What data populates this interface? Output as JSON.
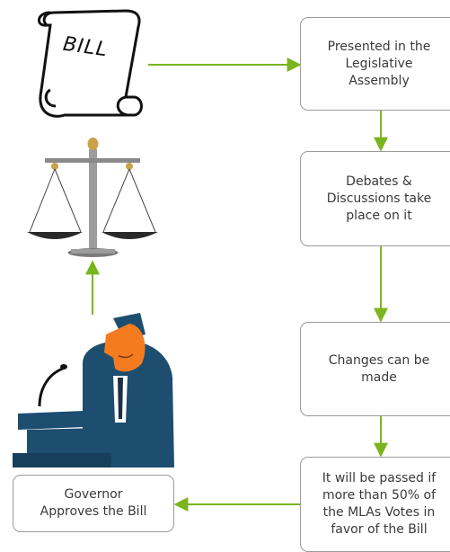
{
  "bill": {
    "label": "BILL",
    "icon": "scroll-icon"
  },
  "steps": {
    "presented": "Presented in the\nLegislative\nAssembly",
    "debates": "Debates &\nDiscussions take\nplace on it",
    "changes": "Changes can be\nmade",
    "passed": "It will be passed if\nmore than 50% of\nthe MLAs Votes in\nfavor of the Bill",
    "governor": "Governor\nApproves the Bill"
  },
  "icons": [
    "scroll-icon",
    "scales-of-justice-icon",
    "speaker-at-podium-icon",
    "arrow-icon"
  ],
  "colors": {
    "arrow": "#7ab51d",
    "box_border": "#9a9a9a",
    "suit": "#1d4e70",
    "face": "#f47b20"
  }
}
